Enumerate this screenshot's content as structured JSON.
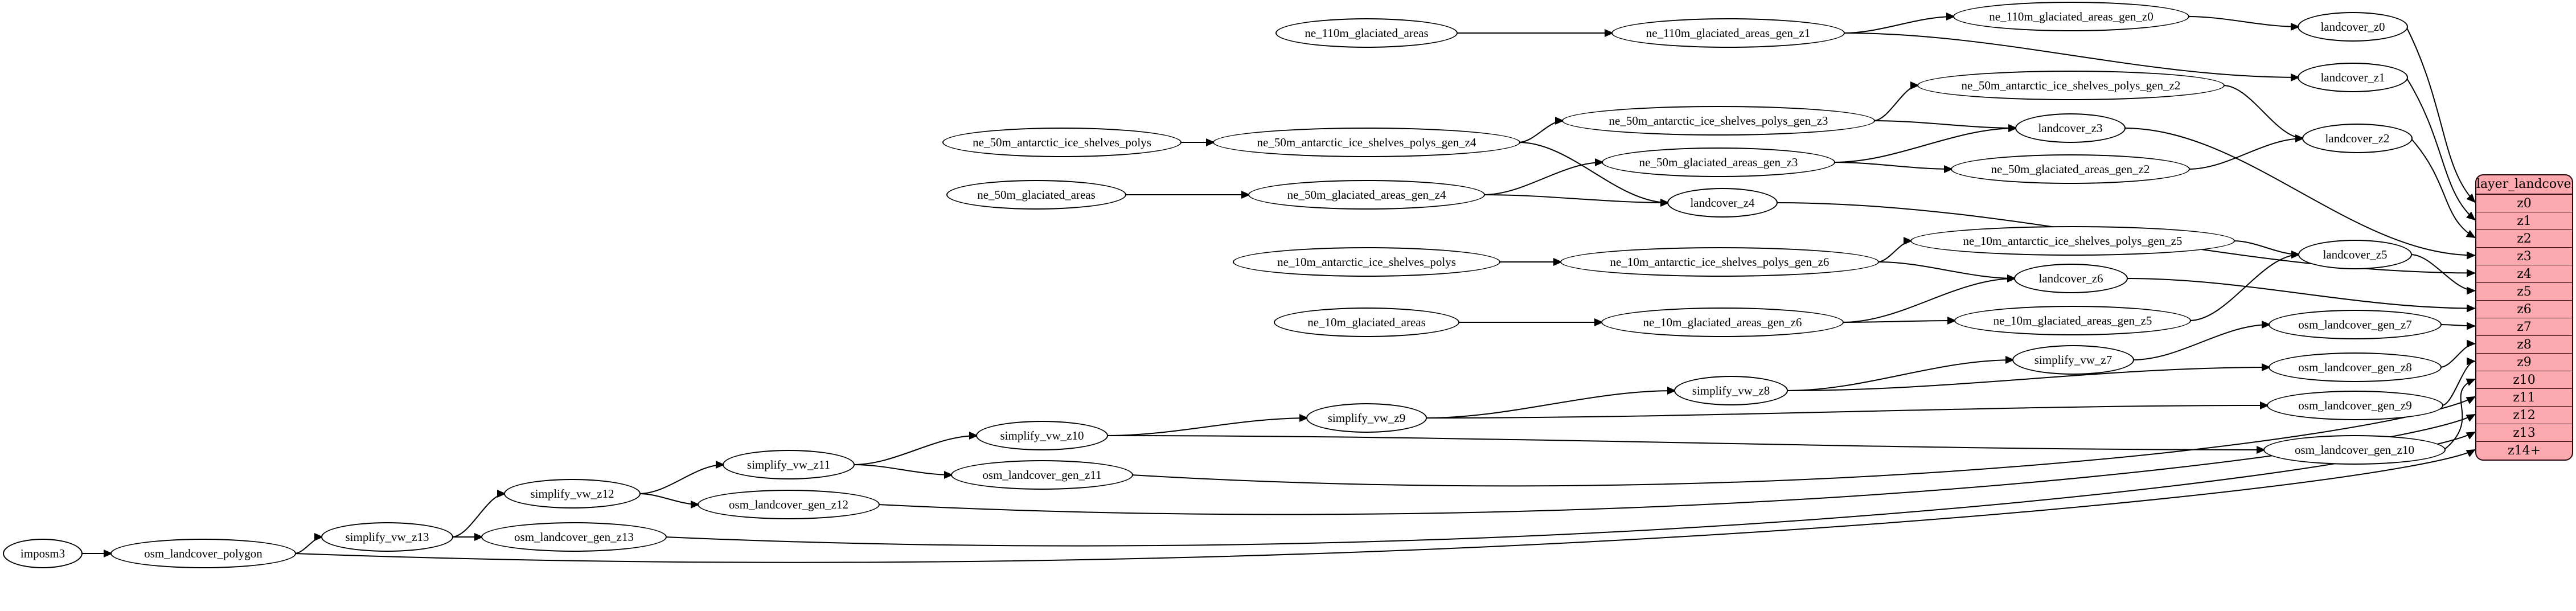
{
  "table": {
    "title": "layer_landcover",
    "rows": [
      "z0",
      "z1",
      "z2",
      "z3",
      "z4",
      "z5",
      "z6",
      "z7",
      "z8",
      "z9",
      "z10",
      "z11",
      "z12",
      "z13",
      "z14+"
    ]
  },
  "graph": {
    "nodes": {
      "imposm3": {
        "label": "imposm3"
      },
      "osm_landcover_polygon": {
        "label": "osm_landcover_polygon"
      },
      "simplify_vw_z13": {
        "label": "simplify_vw_z13"
      },
      "osm_landcover_gen_z13": {
        "label": "osm_landcover_gen_z13"
      },
      "simplify_vw_z12": {
        "label": "simplify_vw_z12"
      },
      "osm_landcover_gen_z12": {
        "label": "osm_landcover_gen_z12"
      },
      "simplify_vw_z11": {
        "label": "simplify_vw_z11"
      },
      "osm_landcover_gen_z11": {
        "label": "osm_landcover_gen_z11"
      },
      "simplify_vw_z10": {
        "label": "simplify_vw_z10"
      },
      "simplify_vw_z9": {
        "label": "simplify_vw_z9"
      },
      "simplify_vw_z8": {
        "label": "simplify_vw_z8"
      },
      "simplify_vw_z7": {
        "label": "simplify_vw_z7"
      },
      "osm_landcover_gen_z7": {
        "label": "osm_landcover_gen_z7"
      },
      "osm_landcover_gen_z8": {
        "label": "osm_landcover_gen_z8"
      },
      "osm_landcover_gen_z9": {
        "label": "osm_landcover_gen_z9"
      },
      "osm_landcover_gen_z10": {
        "label": "osm_landcover_gen_z10"
      },
      "ne_110m_glaciated_areas": {
        "label": "ne_110m_glaciated_areas"
      },
      "ne_110m_glaciated_areas_gen_z1": {
        "label": "ne_110m_glaciated_areas_gen_z1"
      },
      "ne_110m_glaciated_areas_gen_z0": {
        "label": "ne_110m_glaciated_areas_gen_z0"
      },
      "landcover_z0": {
        "label": "landcover_z0"
      },
      "landcover_z1": {
        "label": "landcover_z1"
      },
      "ne_50m_antarctic_ice_shelves_polys_gen_z2": {
        "label": "ne_50m_antarctic_ice_shelves_polys_gen_z2"
      },
      "landcover_z2": {
        "label": "landcover_z2"
      },
      "ne_50m_antarctic_ice_shelves_polys_gen_z3": {
        "label": "ne_50m_antarctic_ice_shelves_polys_gen_z3"
      },
      "landcover_z3": {
        "label": "landcover_z3"
      },
      "ne_50m_antarctic_ice_shelves_polys": {
        "label": "ne_50m_antarctic_ice_shelves_polys"
      },
      "ne_50m_antarctic_ice_shelves_polys_gen_z4": {
        "label": "ne_50m_antarctic_ice_shelves_polys_gen_z4"
      },
      "ne_50m_glaciated_areas_gen_z3": {
        "label": "ne_50m_glaciated_areas_gen_z3"
      },
      "ne_50m_glaciated_areas_gen_z2": {
        "label": "ne_50m_glaciated_areas_gen_z2"
      },
      "ne_50m_glaciated_areas": {
        "label": "ne_50m_glaciated_areas"
      },
      "ne_50m_glaciated_areas_gen_z4": {
        "label": "ne_50m_glaciated_areas_gen_z4"
      },
      "landcover_z4": {
        "label": "landcover_z4"
      },
      "ne_10m_antarctic_ice_shelves_polys_gen_z5": {
        "label": "ne_10m_antarctic_ice_shelves_polys_gen_z5"
      },
      "landcover_z5": {
        "label": "landcover_z5"
      },
      "ne_10m_antarctic_ice_shelves_polys": {
        "label": "ne_10m_antarctic_ice_shelves_polys"
      },
      "ne_10m_antarctic_ice_shelves_polys_gen_z6": {
        "label": "ne_10m_antarctic_ice_shelves_polys_gen_z6"
      },
      "landcover_z6": {
        "label": "landcover_z6"
      },
      "ne_10m_glaciated_areas": {
        "label": "ne_10m_glaciated_areas"
      },
      "ne_10m_glaciated_areas_gen_z6": {
        "label": "ne_10m_glaciated_areas_gen_z6"
      },
      "ne_10m_glaciated_areas_gen_z5": {
        "label": "ne_10m_glaciated_areas_gen_z5"
      }
    },
    "edges": [
      [
        "imposm3",
        "osm_landcover_polygon"
      ],
      [
        "osm_landcover_polygon",
        "simplify_vw_z13"
      ],
      [
        "osm_landcover_polygon",
        "row:z14+"
      ],
      [
        "simplify_vw_z13",
        "simplify_vw_z12"
      ],
      [
        "simplify_vw_z13",
        "osm_landcover_gen_z13"
      ],
      [
        "osm_landcover_gen_z13",
        "row:z13"
      ],
      [
        "simplify_vw_z12",
        "simplify_vw_z11"
      ],
      [
        "simplify_vw_z12",
        "osm_landcover_gen_z12"
      ],
      [
        "osm_landcover_gen_z12",
        "row:z12"
      ],
      [
        "simplify_vw_z11",
        "simplify_vw_z10"
      ],
      [
        "simplify_vw_z11",
        "osm_landcover_gen_z11"
      ],
      [
        "osm_landcover_gen_z11",
        "row:z11"
      ],
      [
        "simplify_vw_z10",
        "simplify_vw_z9"
      ],
      [
        "simplify_vw_z10",
        "osm_landcover_gen_z10"
      ],
      [
        "osm_landcover_gen_z10",
        "row:z10"
      ],
      [
        "simplify_vw_z9",
        "simplify_vw_z8"
      ],
      [
        "simplify_vw_z9",
        "osm_landcover_gen_z9"
      ],
      [
        "osm_landcover_gen_z9",
        "row:z9"
      ],
      [
        "simplify_vw_z8",
        "simplify_vw_z7"
      ],
      [
        "simplify_vw_z8",
        "osm_landcover_gen_z8"
      ],
      [
        "osm_landcover_gen_z8",
        "row:z8"
      ],
      [
        "simplify_vw_z7",
        "osm_landcover_gen_z7"
      ],
      [
        "osm_landcover_gen_z7",
        "row:z7"
      ],
      [
        "ne_110m_glaciated_areas",
        "ne_110m_glaciated_areas_gen_z1"
      ],
      [
        "ne_110m_glaciated_areas_gen_z1",
        "ne_110m_glaciated_areas_gen_z0"
      ],
      [
        "ne_110m_glaciated_areas_gen_z1",
        "landcover_z1"
      ],
      [
        "ne_110m_glaciated_areas_gen_z0",
        "landcover_z0"
      ],
      [
        "landcover_z0",
        "row:z0"
      ],
      [
        "landcover_z1",
        "row:z1"
      ],
      [
        "ne_50m_antarctic_ice_shelves_polys",
        "ne_50m_antarctic_ice_shelves_polys_gen_z4"
      ],
      [
        "ne_50m_antarctic_ice_shelves_polys_gen_z4",
        "ne_50m_antarctic_ice_shelves_polys_gen_z3"
      ],
      [
        "ne_50m_antarctic_ice_shelves_polys_gen_z4",
        "landcover_z4"
      ],
      [
        "ne_50m_antarctic_ice_shelves_polys_gen_z3",
        "ne_50m_antarctic_ice_shelves_polys_gen_z2"
      ],
      [
        "ne_50m_antarctic_ice_shelves_polys_gen_z3",
        "landcover_z3"
      ],
      [
        "ne_50m_antarctic_ice_shelves_polys_gen_z2",
        "landcover_z2"
      ],
      [
        "ne_50m_glaciated_areas",
        "ne_50m_glaciated_areas_gen_z4"
      ],
      [
        "ne_50m_glaciated_areas_gen_z4",
        "ne_50m_glaciated_areas_gen_z3"
      ],
      [
        "ne_50m_glaciated_areas_gen_z4",
        "landcover_z4"
      ],
      [
        "ne_50m_glaciated_areas_gen_z3",
        "ne_50m_glaciated_areas_gen_z2"
      ],
      [
        "ne_50m_glaciated_areas_gen_z3",
        "landcover_z3"
      ],
      [
        "ne_50m_glaciated_areas_gen_z2",
        "landcover_z2"
      ],
      [
        "landcover_z2",
        "row:z2"
      ],
      [
        "landcover_z3",
        "row:z3"
      ],
      [
        "landcover_z4",
        "row:z4"
      ],
      [
        "ne_10m_antarctic_ice_shelves_polys",
        "ne_10m_antarctic_ice_shelves_polys_gen_z6"
      ],
      [
        "ne_10m_antarctic_ice_shelves_polys_gen_z6",
        "ne_10m_antarctic_ice_shelves_polys_gen_z5"
      ],
      [
        "ne_10m_antarctic_ice_shelves_polys_gen_z6",
        "landcover_z6"
      ],
      [
        "ne_10m_antarctic_ice_shelves_polys_gen_z5",
        "landcover_z5"
      ],
      [
        "landcover_z5",
        "row:z5"
      ],
      [
        "landcover_z6",
        "row:z6"
      ],
      [
        "ne_10m_glaciated_areas",
        "ne_10m_glaciated_areas_gen_z6"
      ],
      [
        "ne_10m_glaciated_areas_gen_z6",
        "ne_10m_glaciated_areas_gen_z5"
      ],
      [
        "ne_10m_glaciated_areas_gen_z6",
        "landcover_z6"
      ],
      [
        "ne_10m_glaciated_areas_gen_z5",
        "landcover_z5"
      ]
    ]
  },
  "colors": {
    "background": "#ffffff",
    "node_fill": "#ffffff",
    "node_stroke": "#000000",
    "edge": "#000000",
    "table_fill": "#FBA8AE",
    "table_stroke": "#2b0507",
    "text": "#000000"
  }
}
